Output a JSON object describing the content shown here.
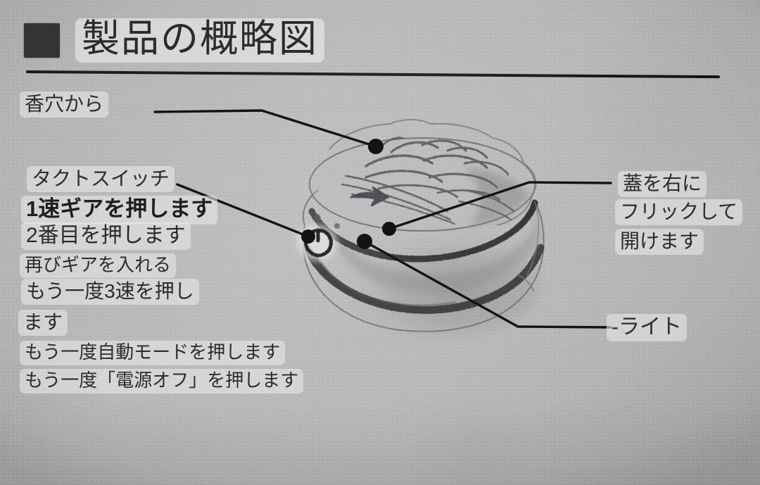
{
  "page": {
    "background_color": "#b5b5b7",
    "ink_color": "#2c2c2c",
    "rule_color": "#1d1a19",
    "highlight_color": "#e8e8e8"
  },
  "header": {
    "bullet_icon": "filled-square-bullet",
    "title": "製品の概略図"
  },
  "annotations": {
    "top_left": {
      "text": "香穴から",
      "leader": "from label right edge, horizontal then angled down to a dot on the lid top"
    },
    "left_group": {
      "heading": "タクトスイッチ",
      "steps": [
        "1速ギアを押します",
        "2番目を押します",
        "再びギアを入れる",
        "もう一度3速を押し",
        "ます",
        "もう一度自動モードを押します",
        "もう一度「電源オフ」を押します"
      ],
      "leader": "diagonal line down-right to the power button dot"
    },
    "right_top": {
      "lines": [
        "蓋を右に",
        "フリックして",
        "開けます"
      ],
      "leader": "horizontal then diagonal down-left to a dot on the lid rim"
    },
    "right_bottom": {
      "text": "-ライト",
      "leader": "horizontal then diagonal up-left to a dot on the body"
    }
  },
  "illustration": {
    "name": "pencil-sketch-aroma-diffuser",
    "description": "Hand-drawn pencil sketch of a round lidded aroma diffuser seen at an angle",
    "parts": [
      "lid with lotus flower engraving",
      "curved arrow on lid",
      "lid rim shadow band",
      "power button with power symbol",
      "light ring band on body",
      "body base ellipse"
    ],
    "power_button_icon": "power-symbol-icon"
  }
}
